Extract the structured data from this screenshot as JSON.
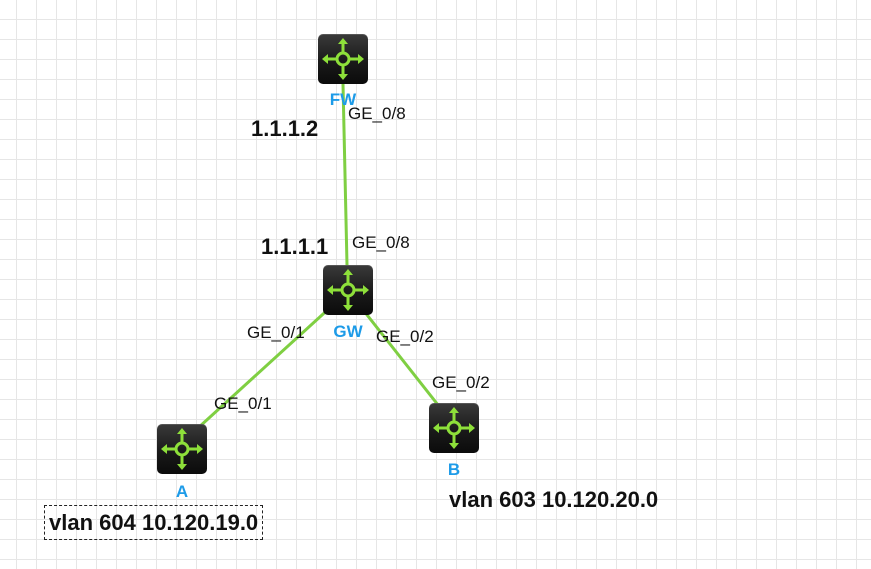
{
  "nodes": {
    "fw": {
      "label": "FW",
      "icon": "router-icon"
    },
    "gw": {
      "label": "GW",
      "icon": "router-icon"
    },
    "a": {
      "label": "A",
      "icon": "router-icon"
    },
    "b": {
      "label": "B",
      "icon": "router-icon"
    }
  },
  "links": [
    {
      "from": "FW",
      "to": "GW",
      "from_port": "GE_0/8",
      "to_port": "GE_0/8",
      "from_ip": "1.1.1.2",
      "to_ip": "1.1.1.1"
    },
    {
      "from": "GW",
      "to": "A",
      "from_port": "GE_0/1",
      "to_port": "GE_0/1"
    },
    {
      "from": "GW",
      "to": "B",
      "from_port": "GE_0/2",
      "to_port": "GE_0/2"
    }
  ],
  "vlans": {
    "a": "vlan 604 10.120.19.0",
    "b": "vlan 603 10.120.20.0"
  },
  "colors": {
    "link": "#7fcf42",
    "icon_green": "#8ee03a",
    "node_label": "#1d9be8",
    "grid": "#e6e6e6"
  }
}
